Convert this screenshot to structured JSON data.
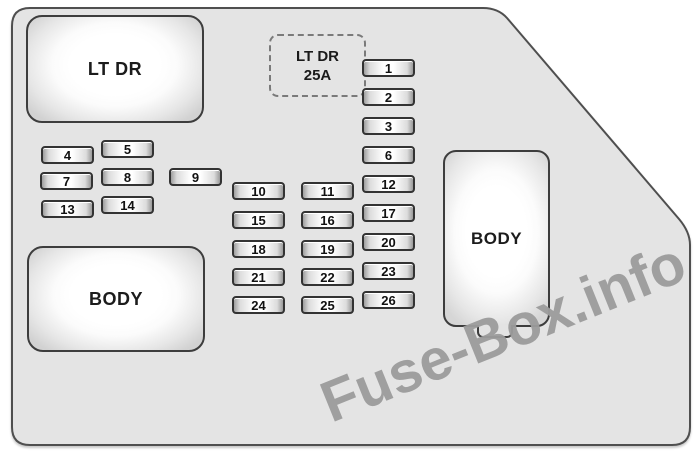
{
  "diagram": {
    "watermark": "Fuse-Box.info",
    "relay_lt_dr": {
      "label": "LT DR"
    },
    "relay_body_left": {
      "label": "BODY"
    },
    "relay_body_right": {
      "label": "BODY"
    },
    "dashed_slot": {
      "line1": "LT DR",
      "line2": "25A"
    },
    "fuse_labels": [
      "1",
      "2",
      "3",
      "4",
      "5",
      "6",
      "7",
      "8",
      "9",
      "10",
      "11",
      "12",
      "13",
      "14",
      "15",
      "16",
      "17",
      "18",
      "19",
      "20",
      "21",
      "22",
      "23",
      "24",
      "25",
      "26"
    ],
    "colors": {
      "panel_fill": "#e4e4e4",
      "panel_outline": "#4f4f4f",
      "watermark_color": "#9c9c9c",
      "fuse_border": "#333333"
    }
  }
}
